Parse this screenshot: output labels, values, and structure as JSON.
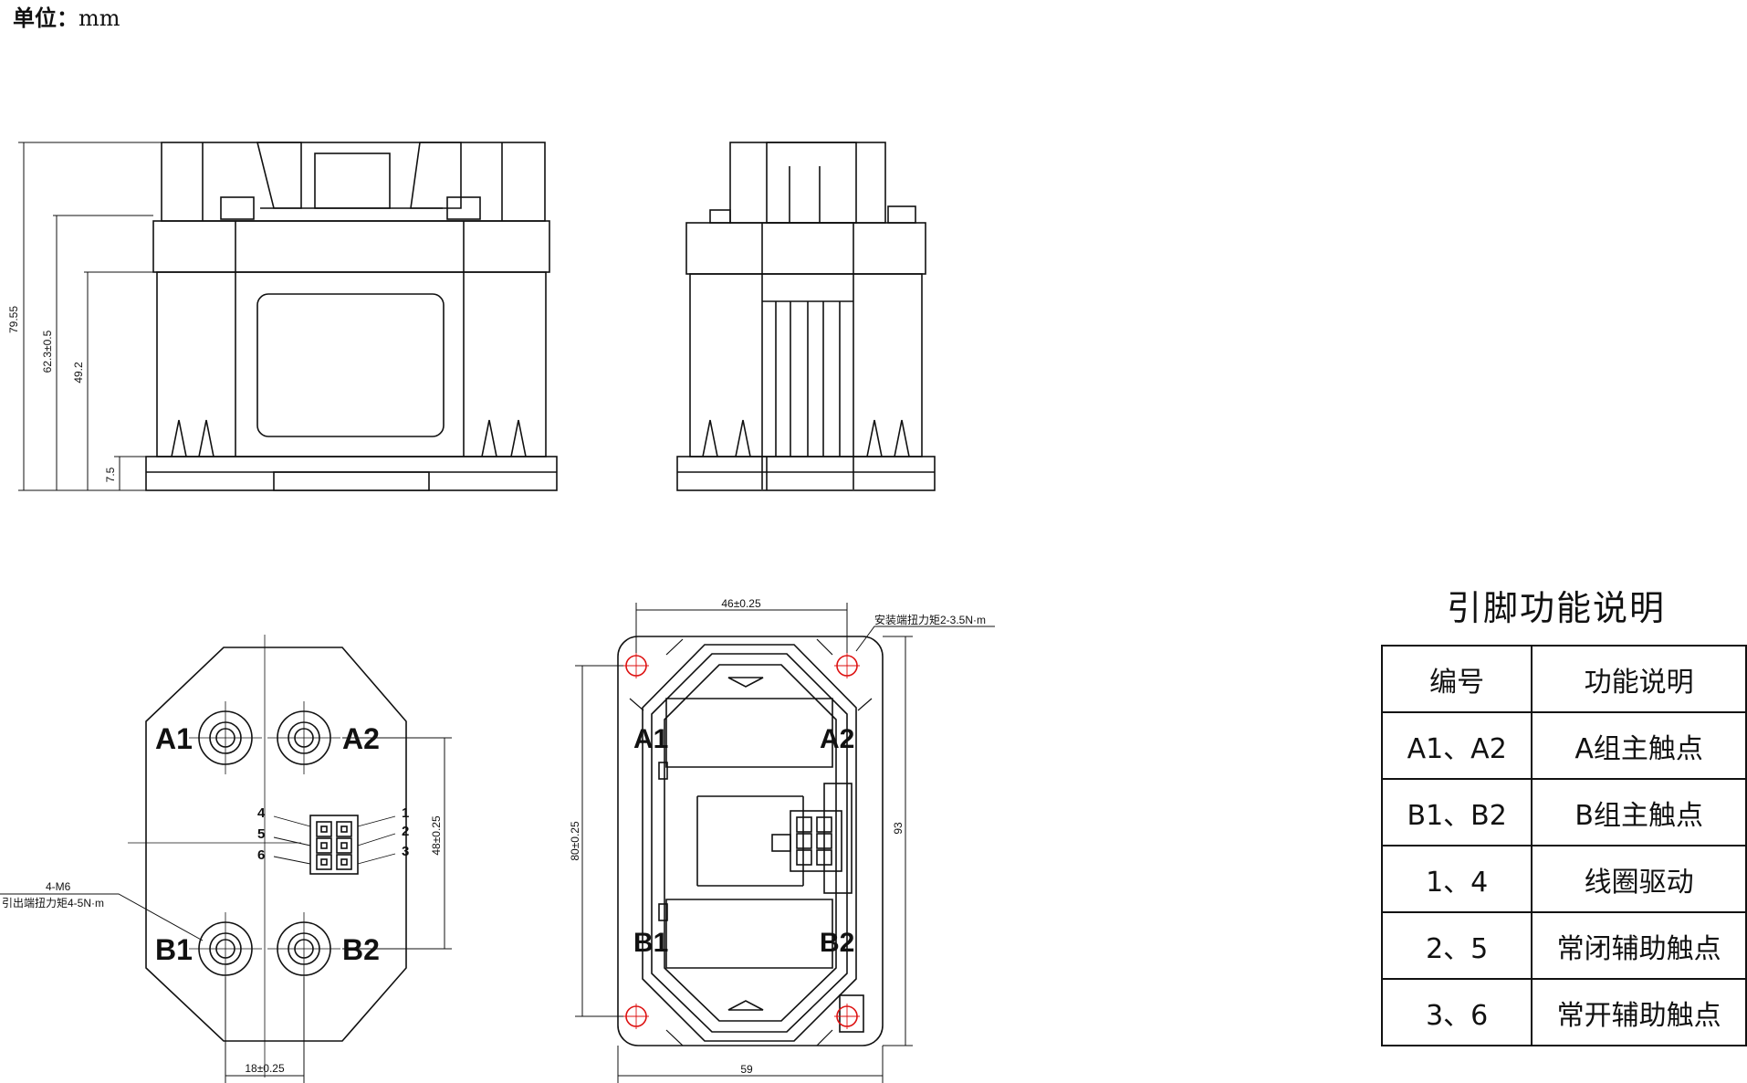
{
  "unit": {
    "label": "单位：",
    "value": "mm"
  },
  "dims": {
    "h_total": "79.55",
    "h_body": "62.3±0.5",
    "h_mid": "49.2",
    "h_base": "7.5",
    "w_pin_pitch": "18±0.25",
    "h_pin_pitch": "48±0.25",
    "w_mount": "46±0.25",
    "h_mount": "80±0.25",
    "h_overall": "93",
    "w_overall": "59"
  },
  "callouts": {
    "thread": "4-M6",
    "out_torque": "引出端扭力矩4-5N·m",
    "mount_torque": "安装端扭力矩2-3.5N·m"
  },
  "terminals": {
    "a1": "A1",
    "a2": "A2",
    "b1": "B1",
    "b2": "B2"
  },
  "aux_pins": [
    "1",
    "2",
    "3",
    "4",
    "5",
    "6"
  ],
  "pin_table": {
    "title": "引脚功能说明",
    "headers": [
      "编号",
      "功能说明"
    ],
    "rows": [
      [
        "A1、A2",
        "A组主触点"
      ],
      [
        "B1、B2",
        "B组主触点"
      ],
      [
        "1、4",
        "线圈驱动"
      ],
      [
        "2、5",
        "常闭辅助触点"
      ],
      [
        "3、6",
        "常开辅助触点"
      ]
    ]
  }
}
